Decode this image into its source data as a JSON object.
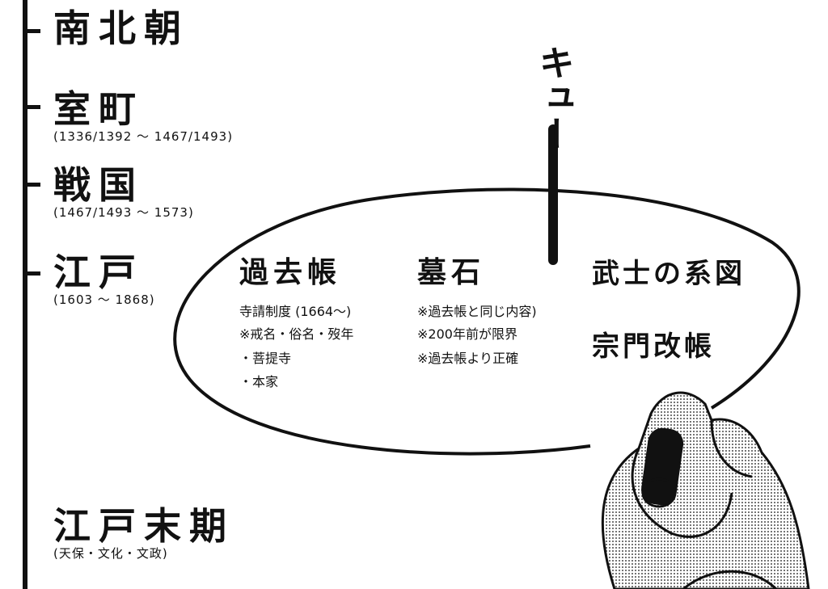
{
  "timeline": {
    "eras": [
      {
        "name": "南北朝",
        "years": ""
      },
      {
        "name": "室町",
        "years": "(1336/1392 〜 1467/1493)"
      },
      {
        "name": "戦国",
        "years": "(1467/1493 〜 1573)"
      },
      {
        "name": "江戸",
        "years": "(1603 〜 1868)"
      },
      {
        "name": "江戸末期",
        "years": "(天保・文化・文政)"
      }
    ]
  },
  "bubble": {
    "kakocho": {
      "title": "過去帳",
      "notes": [
        "寺請制度 (1664〜)",
        "※戒名・俗名・歿年",
        "・菩提寺",
        "・本家"
      ]
    },
    "boseki": {
      "title": "墓石",
      "notes": [
        "※過去帳と同じ内容)",
        "※200年前が限界",
        "※過去帳より正確"
      ]
    },
    "bushi_keizu": "武士の系図",
    "shumon_aratame": "宗門改帳"
  },
  "sfx": "キュー",
  "colors": {
    "ink": "#111111",
    "paper": "#ffffff"
  },
  "icons": [
    "hand-holding-marker-icon"
  ]
}
